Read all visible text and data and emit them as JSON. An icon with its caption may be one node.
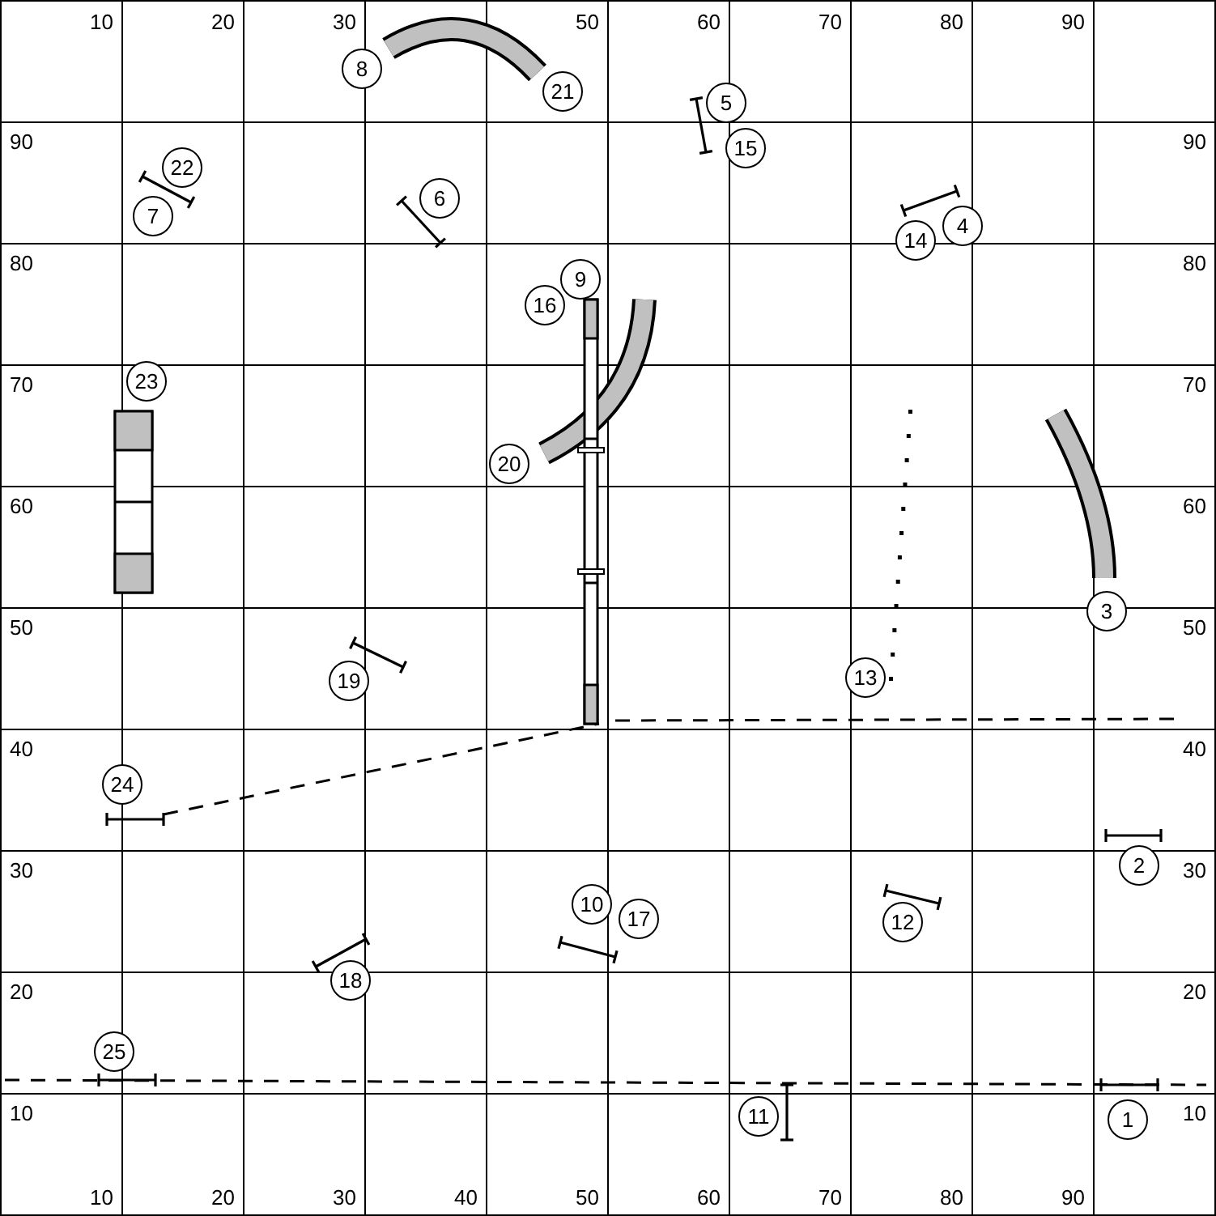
{
  "diagram": {
    "labels": [
      "10",
      "20",
      "30",
      "50",
      "60",
      "70",
      "80",
      "90",
      "8",
      "21",
      "5",
      "90",
      "90",
      "15",
      "22",
      "6",
      "7",
      "4",
      "14",
      "80",
      "80",
      "9",
      "16",
      "70",
      "23",
      "70",
      "20",
      "60",
      "60",
      "3",
      "50",
      "50",
      "19",
      "13",
      "40",
      "40",
      "24",
      "30",
      "2",
      "30",
      "10",
      "17",
      "12",
      "18",
      "20",
      "20",
      "25",
      "10",
      "11",
      "1",
      "10",
      "10",
      "20",
      "30",
      "40",
      "50",
      "60",
      "70",
      "80",
      "90"
    ]
  }
}
